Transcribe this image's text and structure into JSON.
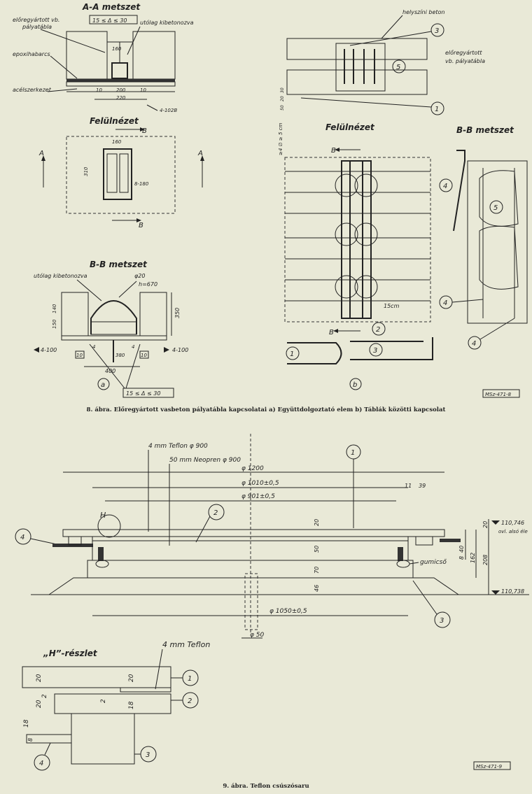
{
  "fig8": {
    "a": {
      "aa_title": "A-A metszet",
      "label_elored": "előregyártott vb.",
      "label_palyatabla": "pályatábla",
      "label_utolag": "utólag kibetonozva",
      "label_epoxi": "epoxihabarcs",
      "label_acel": "acélszerkezet",
      "dim_delta": "15 ≤ Δ ≤ 30",
      "dim_160_top": "160",
      "dim_200": "200",
      "dim_220": "220",
      "dim_10l": "10",
      "dim_10r": "10",
      "weld_4_102b": "4-102B",
      "fel_title": "Felülnézet",
      "fel_b_top": "B",
      "fel_b_bot": "B",
      "fel_a_left": "A",
      "fel_a_right": "A",
      "dim_160_plan": "160",
      "dim_310": "310",
      "dim_8_180": "8-180",
      "bb_title": "B-B metszet",
      "bb_utolag": "utólag kibetonozva",
      "bb_phi20": "φ20",
      "bb_h670": "h=670",
      "bb_350": "350",
      "bb_150": "150",
      "bb_140": "140",
      "bb_weld_l": "4-100",
      "bb_weld_r": "4-100",
      "bb_4l": "4",
      "bb_4r": "4",
      "bb_10l": "10",
      "bb_10r": "10",
      "bb_380": "380",
      "bb_400": "400",
      "bb_delta": "15 ≤ Δ ≤ 30",
      "sub_a": "a"
    },
    "b": {
      "helyszini": "helyszíni beton",
      "elored": "előregyártott",
      "palyatabla": "vb. pályatábla",
      "c3": "3",
      "c5": "5",
      "c1": "1",
      "dim_50": "50",
      "dim_20": "20",
      "dim_30": "30",
      "fel_title": "Felülnézet",
      "dim_ovh": "≥4 ∅ ≥ 5 cm",
      "b_top": "B",
      "b_bot": "B",
      "bb_title": "B-B metszet",
      "c4a": "4",
      "c5b": "5",
      "c4b": "4",
      "c4c": "4",
      "dim_15cm": "15cm",
      "c2": "2",
      "bar1": "1",
      "bar3": "3",
      "sub_b": "b",
      "stamp": "MSz-471-8"
    },
    "caption": "8. ábra. Előregyártott vasbeton pályatábla kapcsolatai a) Együttdolgoztató elem b) Táblák közötti kapcsolat"
  },
  "fig9": {
    "teflon": "4 mm Teflon φ 900",
    "neopren": "50 mm Neopren φ 900",
    "c1": "1",
    "c2": "2",
    "c3": "3",
    "c4": "4",
    "phi1200": "φ 1200",
    "phi1010": "φ 1010±0,5",
    "phi901": "φ 901±0,5",
    "d11": "11",
    "d39": "39",
    "H": "H",
    "d20": "20",
    "d50": "50",
    "d70": "70",
    "d46": "46",
    "d40": "40",
    "d8": "8",
    "d162": "162",
    "d208": "208",
    "d20b": "20",
    "elev1": "110,746",
    "elev1_sub": "ovl. alsó éle",
    "elev2": "110,738",
    "gumicso": "gumicső",
    "phi1050": "φ 1050±0,5",
    "phi50": "φ 50",
    "det_title": "„H”-részlet",
    "det_teflon": "4 mm Teflon",
    "det_20a": "20",
    "det_20b": "20",
    "det_2": "2",
    "det_18": "18",
    "det_20c": "20",
    "det_2b": "2",
    "det_18b": "18",
    "det_8": "8",
    "det_c1": "1",
    "det_c2": "2",
    "det_c3": "3",
    "det_c4": "4",
    "stamp": "MSz-471-9",
    "caption": "9. ábra. Teflon csúszósaru"
  }
}
